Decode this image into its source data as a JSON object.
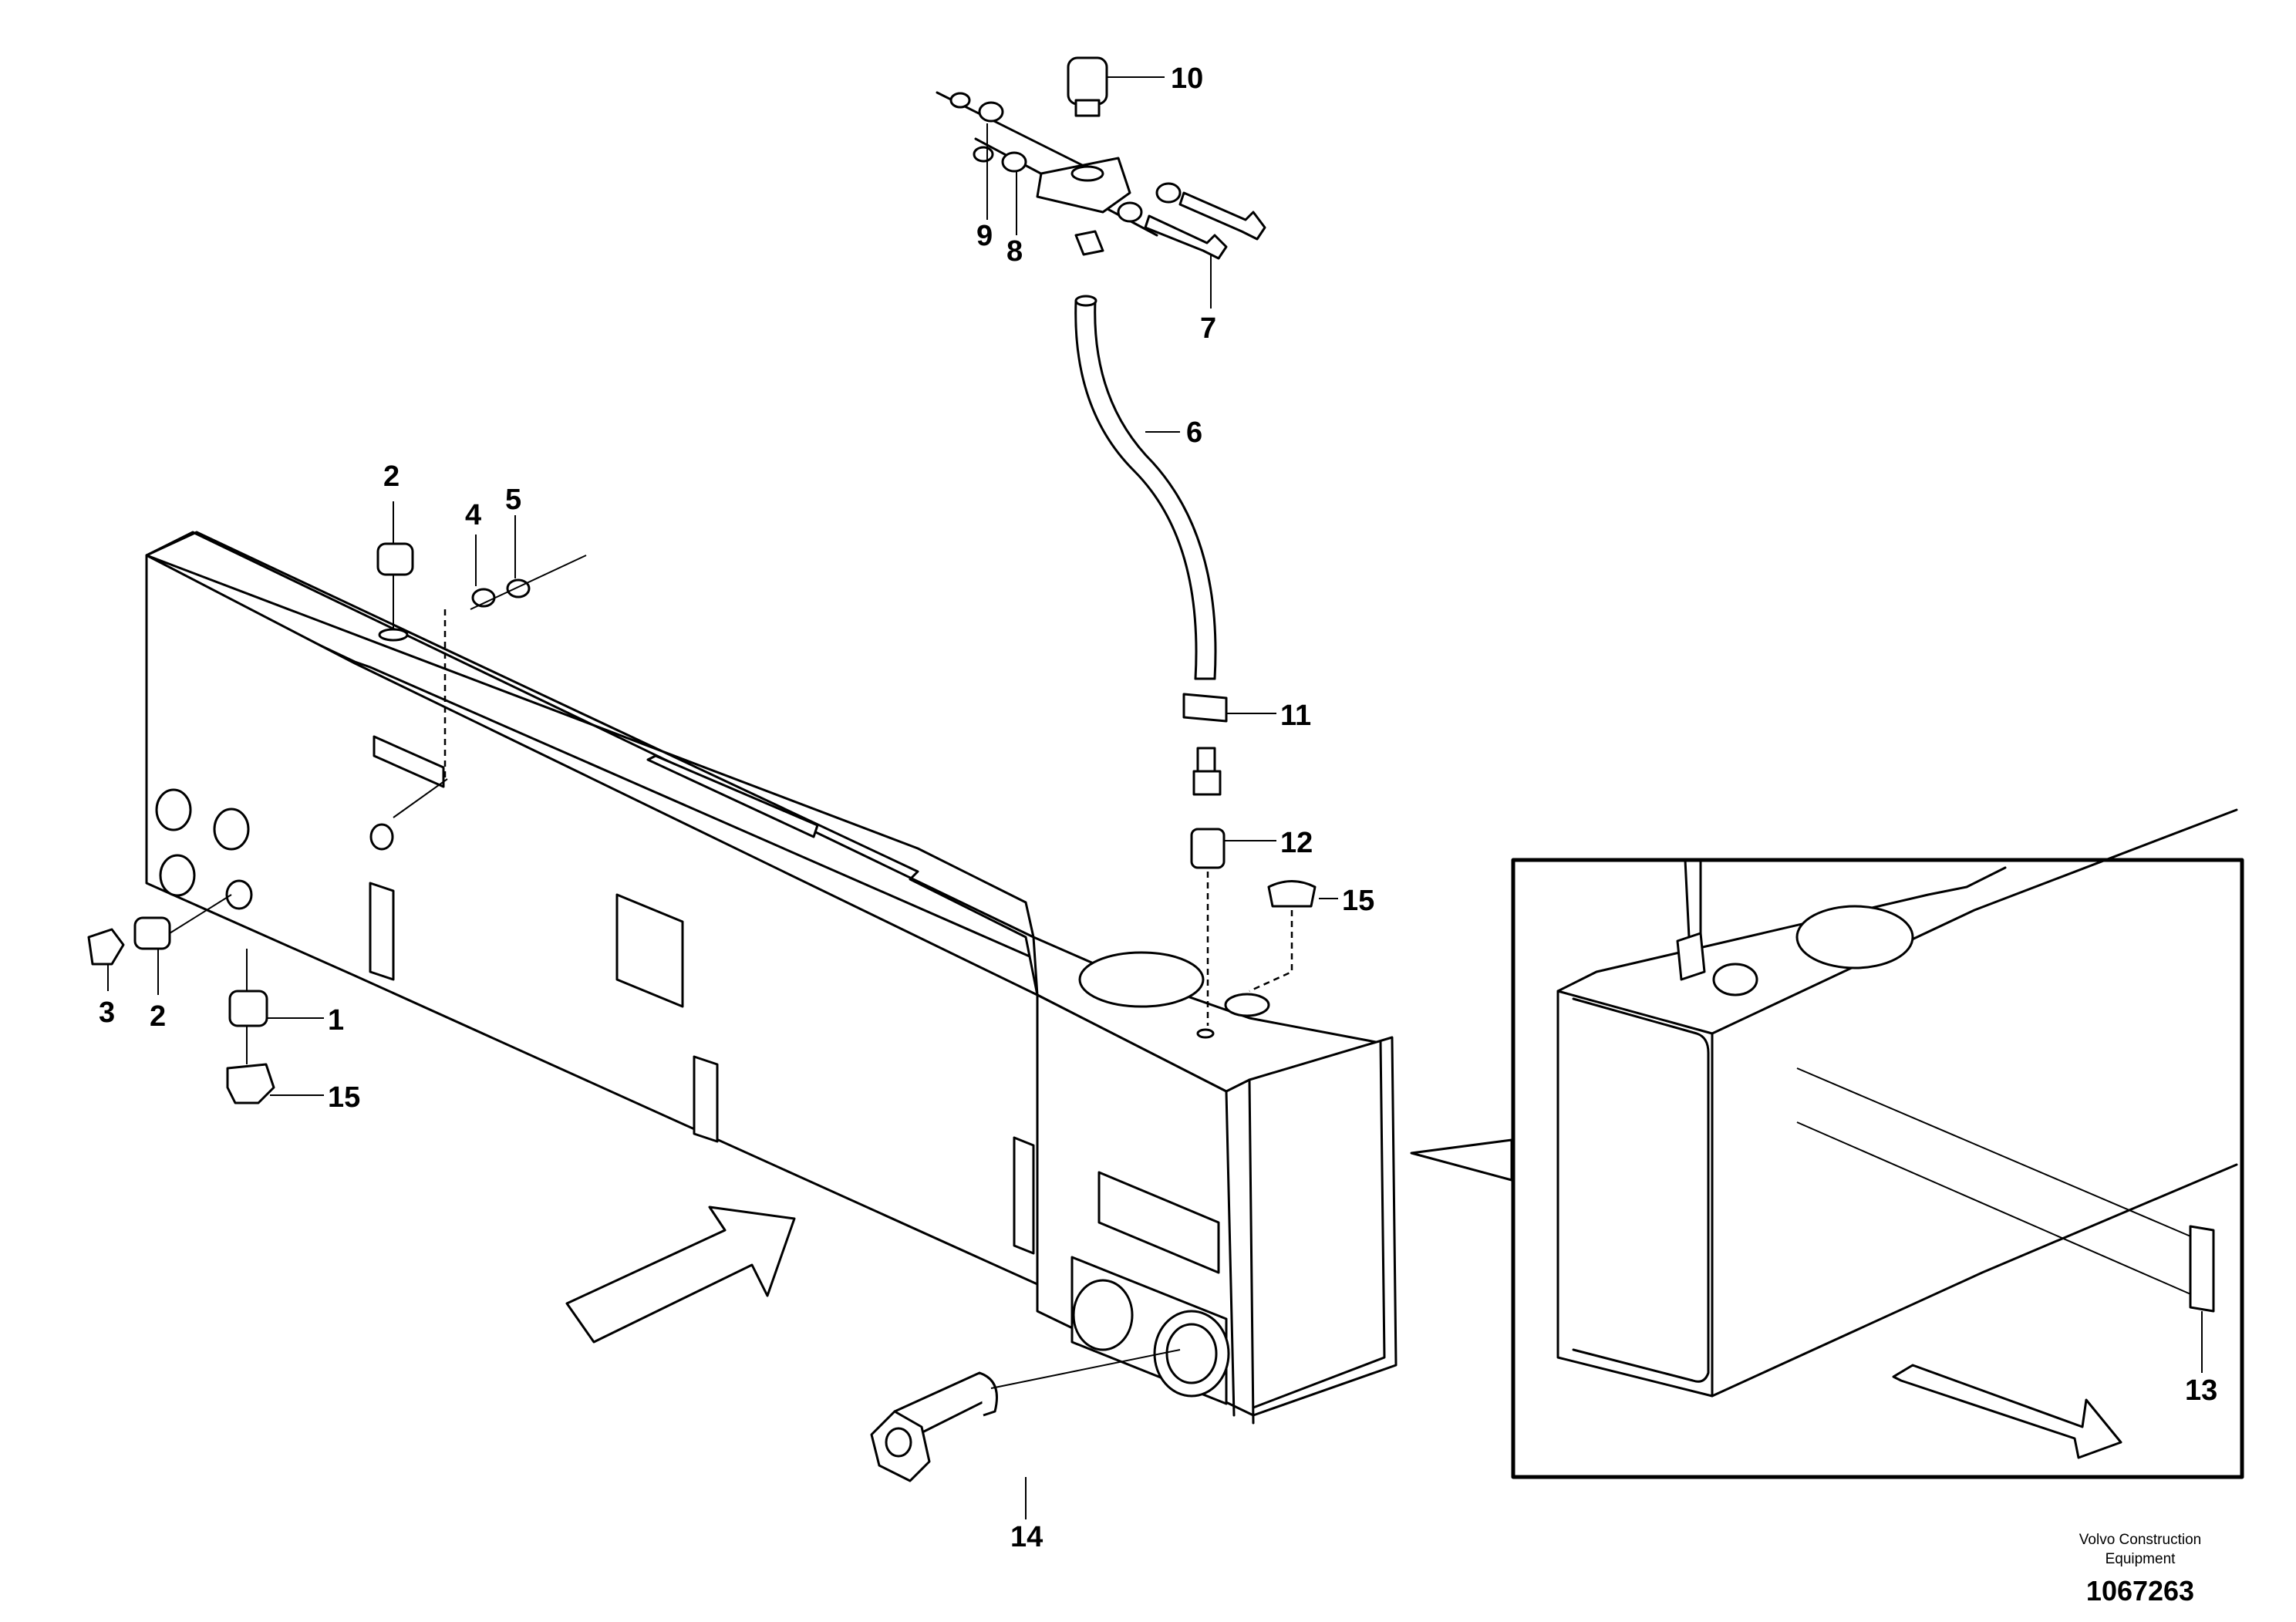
{
  "callouts": [
    {
      "id": "c10",
      "text": "10"
    },
    {
      "id": "c9",
      "text": "9"
    },
    {
      "id": "c8",
      "text": "8"
    },
    {
      "id": "c7",
      "text": "7"
    },
    {
      "id": "c6",
      "text": "6"
    },
    {
      "id": "c2a",
      "text": "2"
    },
    {
      "id": "c4",
      "text": "4"
    },
    {
      "id": "c5",
      "text": "5"
    },
    {
      "id": "c11",
      "text": "11"
    },
    {
      "id": "c12",
      "text": "12"
    },
    {
      "id": "c15a",
      "text": "15"
    },
    {
      "id": "c1",
      "text": "1"
    },
    {
      "id": "c15b",
      "text": "15"
    },
    {
      "id": "c3",
      "text": "3"
    },
    {
      "id": "c2b",
      "text": "2"
    },
    {
      "id": "c14",
      "text": "14"
    },
    {
      "id": "c13",
      "text": "13"
    }
  ],
  "credit": {
    "line1": "Volvo Construction",
    "line2": "Equipment",
    "doc_number": "1067263"
  }
}
